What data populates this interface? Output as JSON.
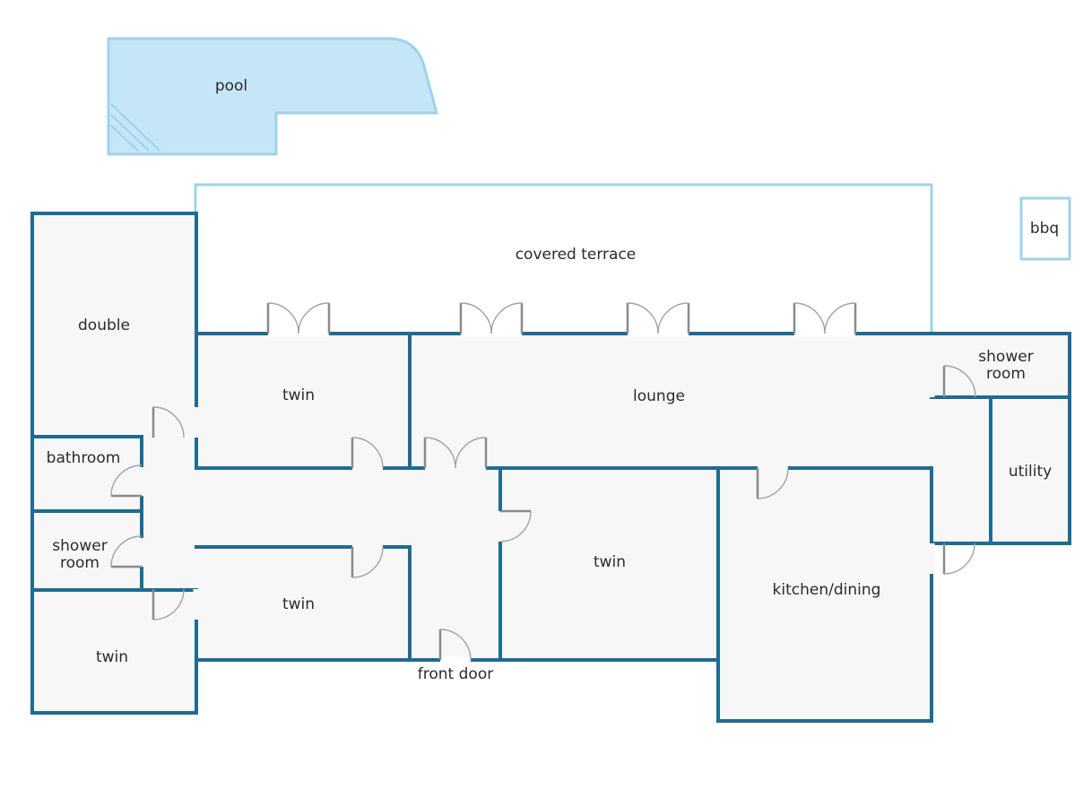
{
  "colors": {
    "wall": "#1f6b92",
    "pool_fill": "#c5e6f7",
    "pool_edge": "#9ed3ea",
    "floor": "#f7f7f7",
    "door": "#8a8a8a",
    "text": "#2b2b2b"
  },
  "labels": {
    "pool": "pool",
    "covered_terrace": "covered terrace",
    "bbq": "bbq",
    "double": "double",
    "twin_top": "twin",
    "lounge": "lounge",
    "shower_room_right_line1": "shower",
    "shower_room_right_line2": "room",
    "utility": "utility",
    "bathroom": "bathroom",
    "shower_room_left_line1": "shower",
    "shower_room_left_line2": "room",
    "twin_center": "twin",
    "twin_lower": "twin",
    "twin_bottom_left": "twin",
    "kitchen_dining": "kitchen/dining",
    "front_door": "front door"
  }
}
